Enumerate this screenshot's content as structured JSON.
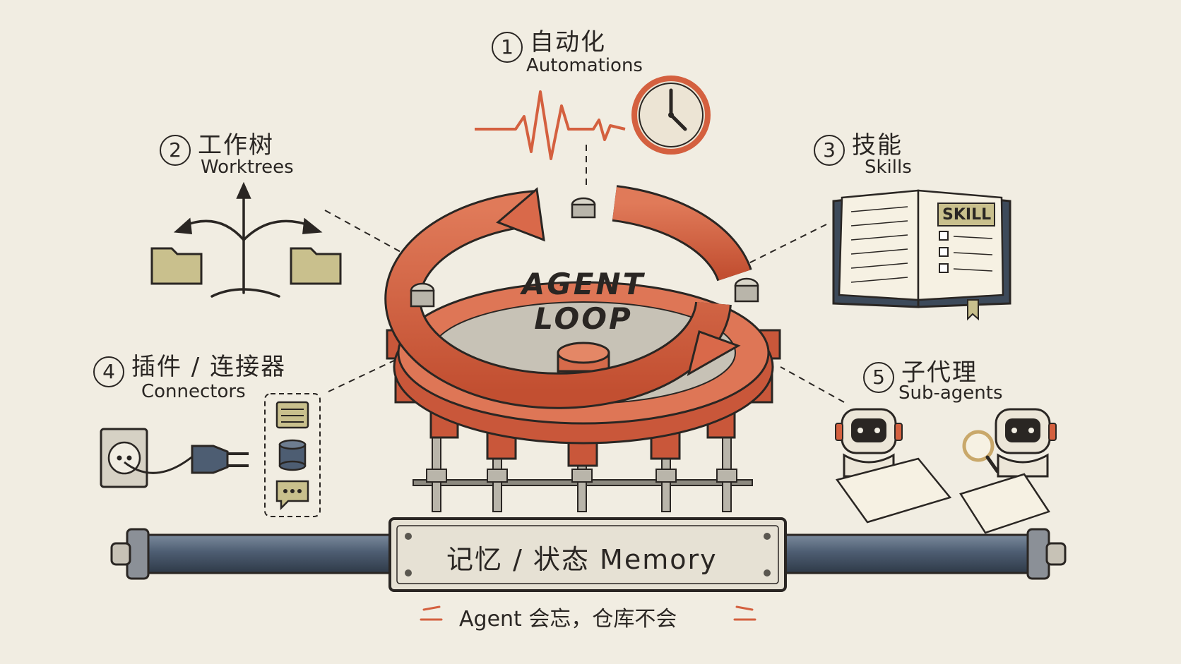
{
  "center": {
    "line1": "AGENT",
    "line2": "LOOP"
  },
  "items": [
    {
      "num": "1",
      "zh": "自动化",
      "en": "Automations"
    },
    {
      "num": "2",
      "zh": "工作树",
      "en": "Worktrees"
    },
    {
      "num": "3",
      "zh": "技能",
      "en": "Skills"
    },
    {
      "num": "4",
      "zh": "插件 / 连接器",
      "en": "Connectors"
    },
    {
      "num": "5",
      "zh": "子代理",
      "en": "Sub-agents"
    }
  ],
  "skill_book_label": "SKILL",
  "memory": {
    "label": "记忆 / 状态 Memory"
  },
  "tagline": "Agent 会忘，仓库不会",
  "colors": {
    "background": "#f1ede2",
    "accent": "#d4603f",
    "ink": "#2a2623",
    "pipe": "#4d5d72",
    "folder": "#c9c08d"
  },
  "icons": [
    "heartbeat-icon",
    "clock-icon",
    "branch-icon",
    "folder-icon",
    "book-icon",
    "plug-icon",
    "socket-icon",
    "checklist-icon",
    "database-icon",
    "chat-icon",
    "robot-icon",
    "magnifier-icon",
    "gear-icon"
  ]
}
